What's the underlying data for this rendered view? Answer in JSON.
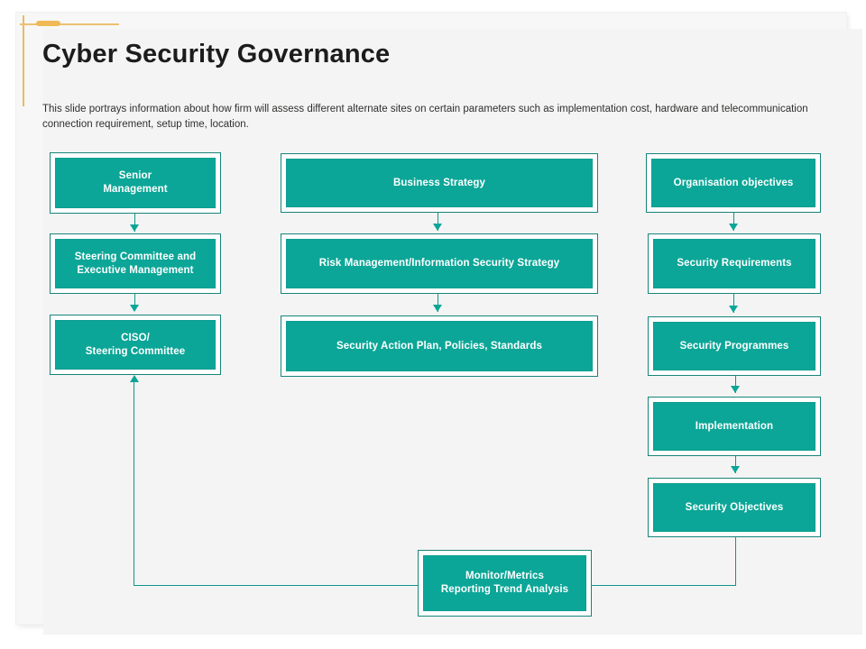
{
  "slide": {
    "title": "Cyber Security Governance",
    "subtitle": "This slide portrays information about how firm will assess different alternate sites on certain parameters such as implementation cost, hardware and telecommunication connection requirement, setup time, location.",
    "accent_color": "#f0b957",
    "node_color": "#0ba697",
    "node_border_color": "#17857a",
    "node_text_color": "#ffffff",
    "connector_color": "#12968a",
    "background_color": "#f4f4f4",
    "title_color": "#1c1c1c"
  },
  "diagram": {
    "column1": [
      {
        "line1": "Senior",
        "line2": "Management"
      },
      {
        "line1": "Steering Committee and",
        "line2": "Executive Management"
      },
      {
        "line1": "CISO/",
        "line2": "Steering Committee"
      }
    ],
    "column2": [
      {
        "line1": "Business Strategy",
        "line2": ""
      },
      {
        "line1": "Risk Management/Information Security Strategy",
        "line2": ""
      },
      {
        "line1": "Security Action Plan, Policies, Standards",
        "line2": ""
      }
    ],
    "column3": [
      {
        "line1": "Organisation objectives",
        "line2": ""
      },
      {
        "line1": "Security Requirements",
        "line2": ""
      },
      {
        "line1": "Security Programmes",
        "line2": ""
      },
      {
        "line1": "Implementation",
        "line2": ""
      },
      {
        "line1": "Security Objectives",
        "line2": ""
      }
    ],
    "feedback": {
      "line1": "Monitor/Metrics",
      "line2": "Reporting Trend Analysis"
    }
  }
}
